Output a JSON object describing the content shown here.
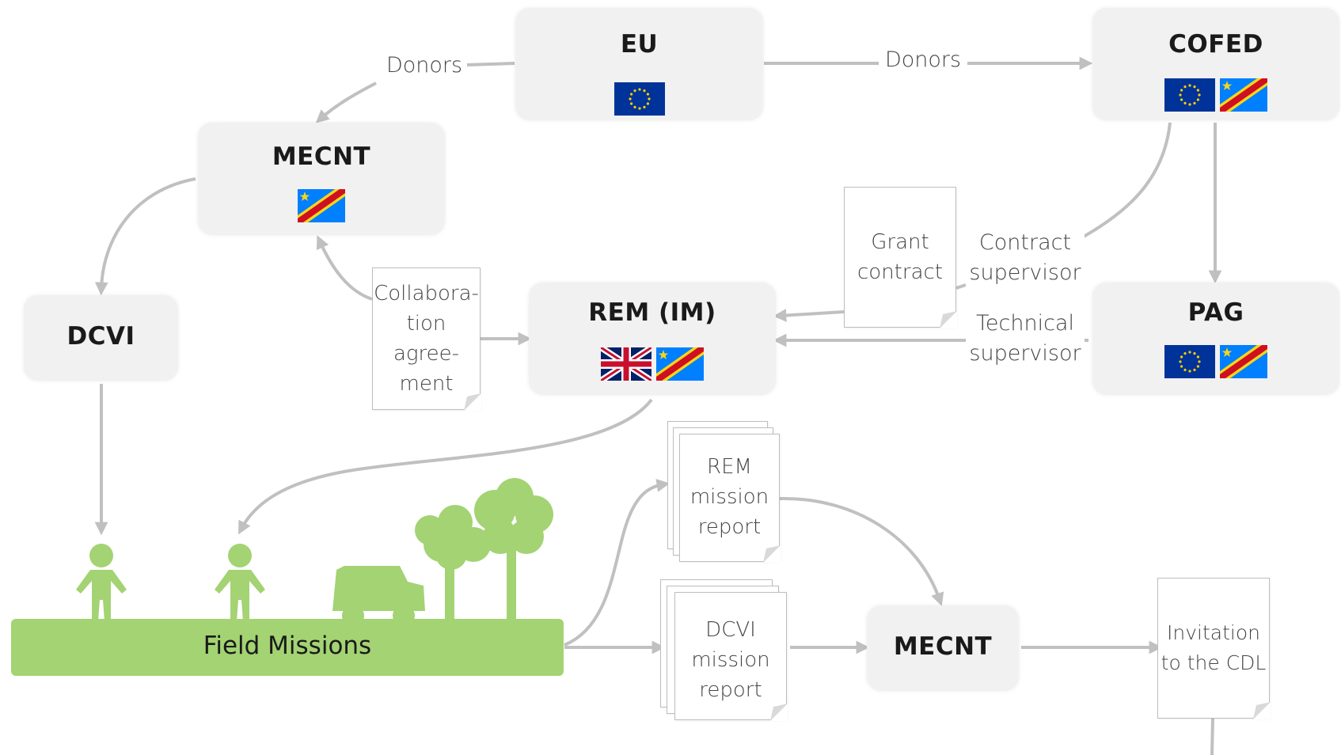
{
  "nodes": {
    "eu": {
      "title": "EU",
      "flags": [
        "eu-flag"
      ]
    },
    "cofed": {
      "title": "COFED",
      "flags": [
        "eu-flag",
        "drc-flag"
      ]
    },
    "mecnt_top": {
      "title": "MECNT",
      "flags": [
        "drc-flag"
      ]
    },
    "dcvi": {
      "title": "DCVI"
    },
    "rem": {
      "title": "REM (IM)",
      "flags": [
        "uk-flag",
        "drc-flag"
      ]
    },
    "pag": {
      "title": "PAG",
      "flags": [
        "eu-flag",
        "drc-flag"
      ]
    },
    "mecnt_bottom": {
      "title": "MECNT"
    }
  },
  "edge_labels": {
    "donors_left": "Donors",
    "donors_right": "Donors",
    "contract_supervisor": [
      "Contract",
      "supervisor"
    ],
    "technical_supervisor": [
      "Technical",
      "supervisor"
    ]
  },
  "documents": {
    "grant_contract": [
      "Grant",
      "contract"
    ],
    "collaboration_agreement": [
      "Collabora-",
      "tion",
      "agree-",
      "ment"
    ],
    "rem_mission_report": [
      "REM",
      "mission",
      "report"
    ],
    "dcvi_mission_report": [
      "DCVI",
      "mission",
      "report"
    ],
    "invitation": [
      "Invitation",
      "to the CDL"
    ]
  },
  "field": {
    "label": "Field Missions"
  },
  "colors": {
    "box": "#f1f1f1",
    "arrow": "#c0c0c0",
    "field_green": "#a3d373",
    "eu_blue": "#003399",
    "eu_star": "#ffcc00",
    "drc_blue": "#007fff",
    "drc_red": "#ce1021",
    "drc_yellow": "#f7d618"
  }
}
